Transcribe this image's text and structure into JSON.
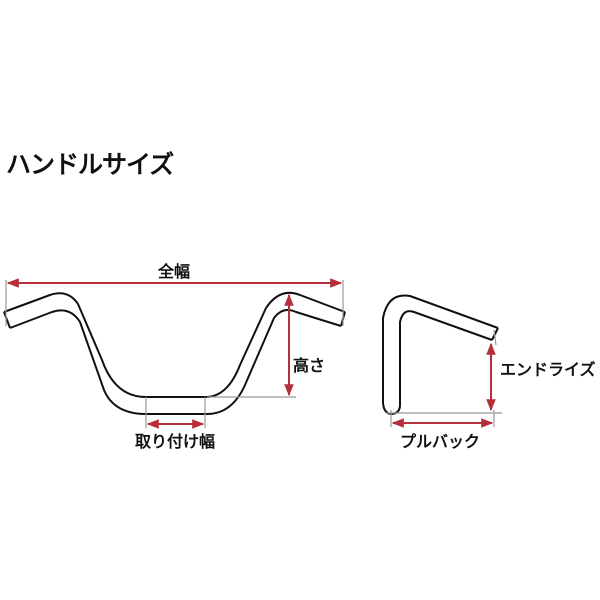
{
  "title": "ハンドルサイズ",
  "labels": {
    "overall_width": "全幅",
    "height": "高さ",
    "mounting_width": "取り付け幅",
    "end_rise": "エンドライズ",
    "pullback": "プルバック"
  },
  "colors": {
    "dimension": "#b5303a",
    "extension": "#999999",
    "outline": "#111111"
  }
}
